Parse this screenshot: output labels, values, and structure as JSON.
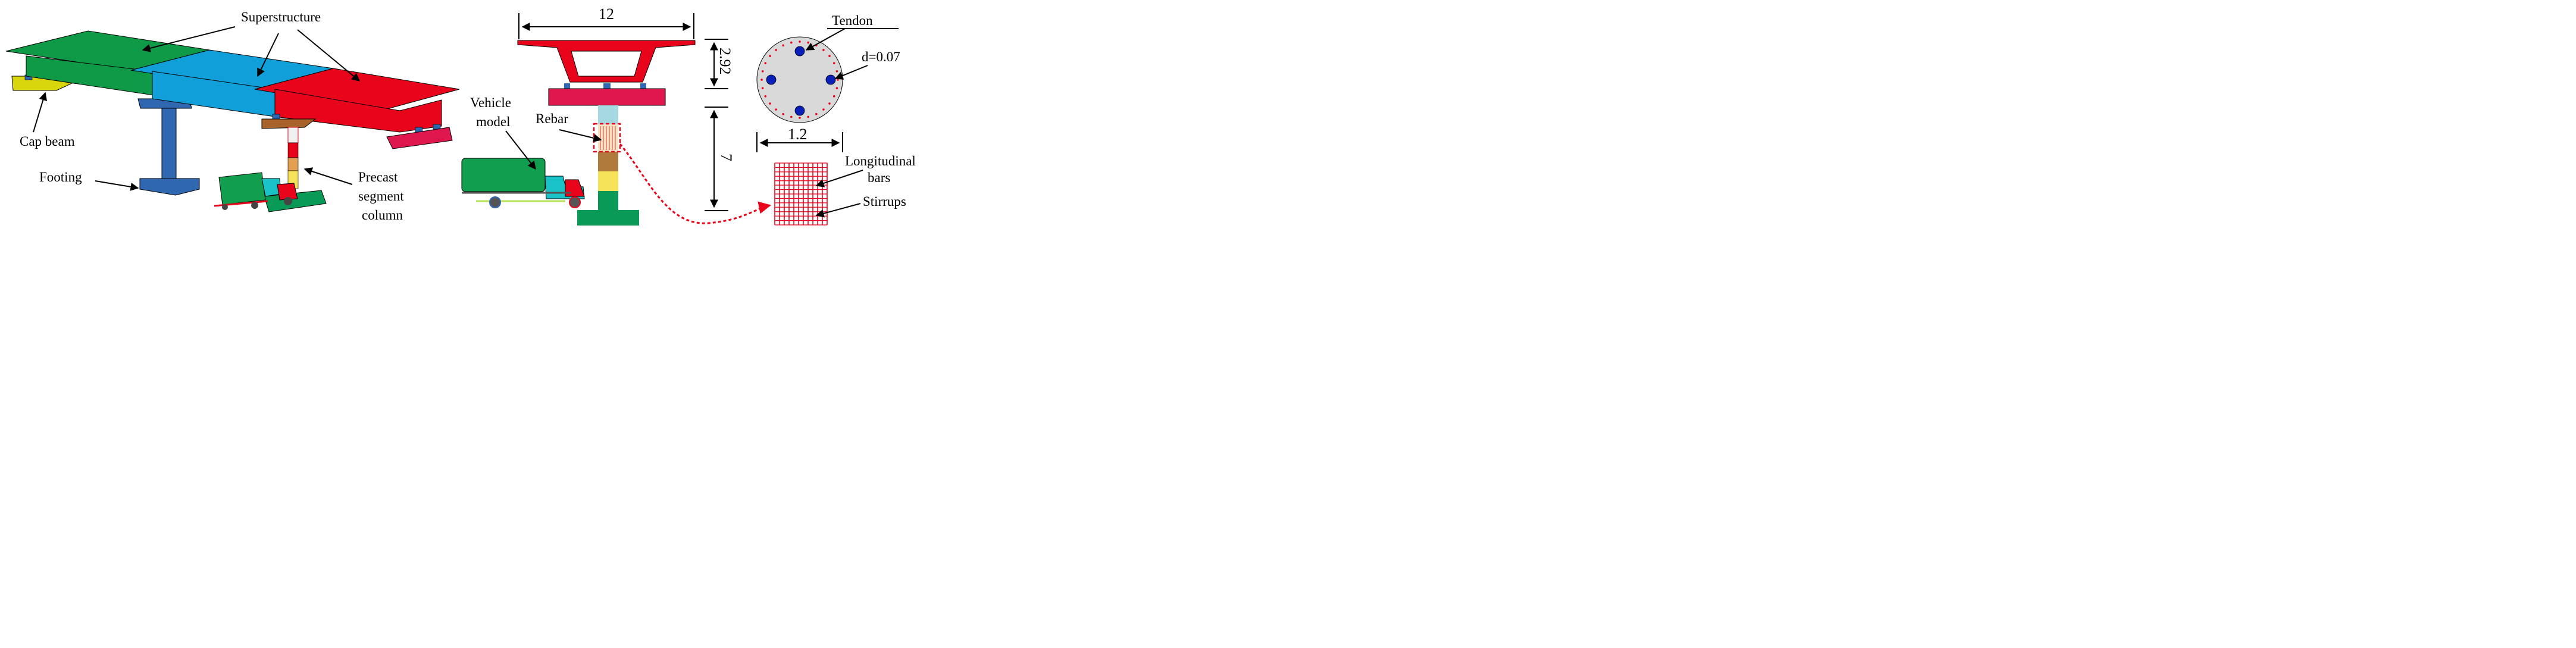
{
  "labels": {
    "superstructure": "Superstructure",
    "cap_beam": "Cap beam",
    "footing": "Footing",
    "precast": [
      "Precast",
      "segment",
      "column"
    ],
    "vehicle": [
      "Vehicle",
      "model"
    ],
    "rebar": "Rebar",
    "tendon": "Tendon",
    "tendon_d": "d=0.07",
    "longitudinal": [
      "Longitudinal",
      "bars"
    ],
    "stirrups": "Stirrups"
  },
  "dimensions": {
    "deck_width": "12",
    "super_height": "2.92",
    "column_height": "7",
    "column_diameter": "1.2"
  },
  "colors": {
    "span_green": "#0e9a47",
    "span_blue": "#109fd8",
    "span_red": "#e8051c",
    "cap_yellow": "#d9d60e",
    "steel_blue": "#2f68b0",
    "cap_brown": "#a8622a",
    "pier_cap_pink": "#e0174e",
    "col_cyan": "#a6d8e2",
    "col_brown": "#b07a3c",
    "col_yellow": "#f7e35a",
    "footing_green": "#0a9a58",
    "truck_green": "#119e4e",
    "cab_cyan": "#19c3c8",
    "rebar_red": "#e8051c",
    "tendon_blue": "#0a1fb8",
    "section_gray": "#d9d9d9"
  }
}
